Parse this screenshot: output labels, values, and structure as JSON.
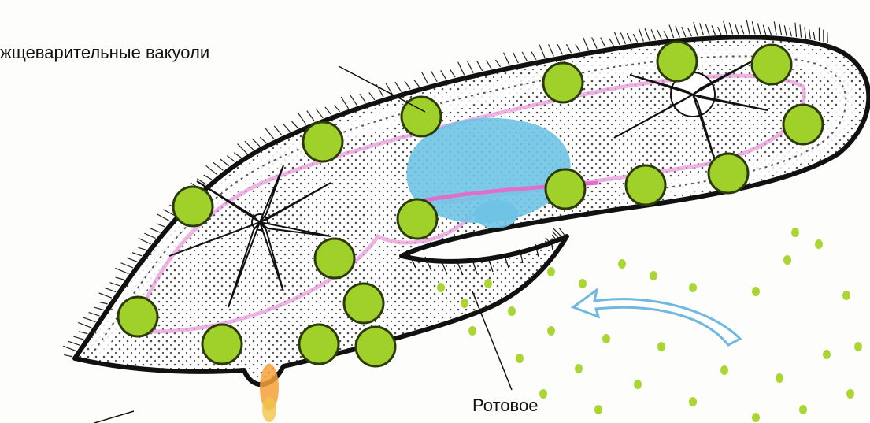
{
  "labels": {
    "digestive_vacuoles": "жщеварительные вакуоли",
    "mouth": "Ротовое"
  },
  "colors": {
    "outline": "#111111",
    "vacuole_fill": "#9fd12a",
    "vacuole_edge": "#2c3a0b",
    "nucleus": "#6ec3e6",
    "nucleus_band": "#e06fc8",
    "flow_path": "#e79ad8",
    "food_particles": "#a9d633",
    "arrow": "#6fb8df"
  },
  "icons": [
    "cilia",
    "contractile-vacuole",
    "digestive-vacuole",
    "macronucleus",
    "oral-groove",
    "food-particle",
    "current-arrow"
  ]
}
